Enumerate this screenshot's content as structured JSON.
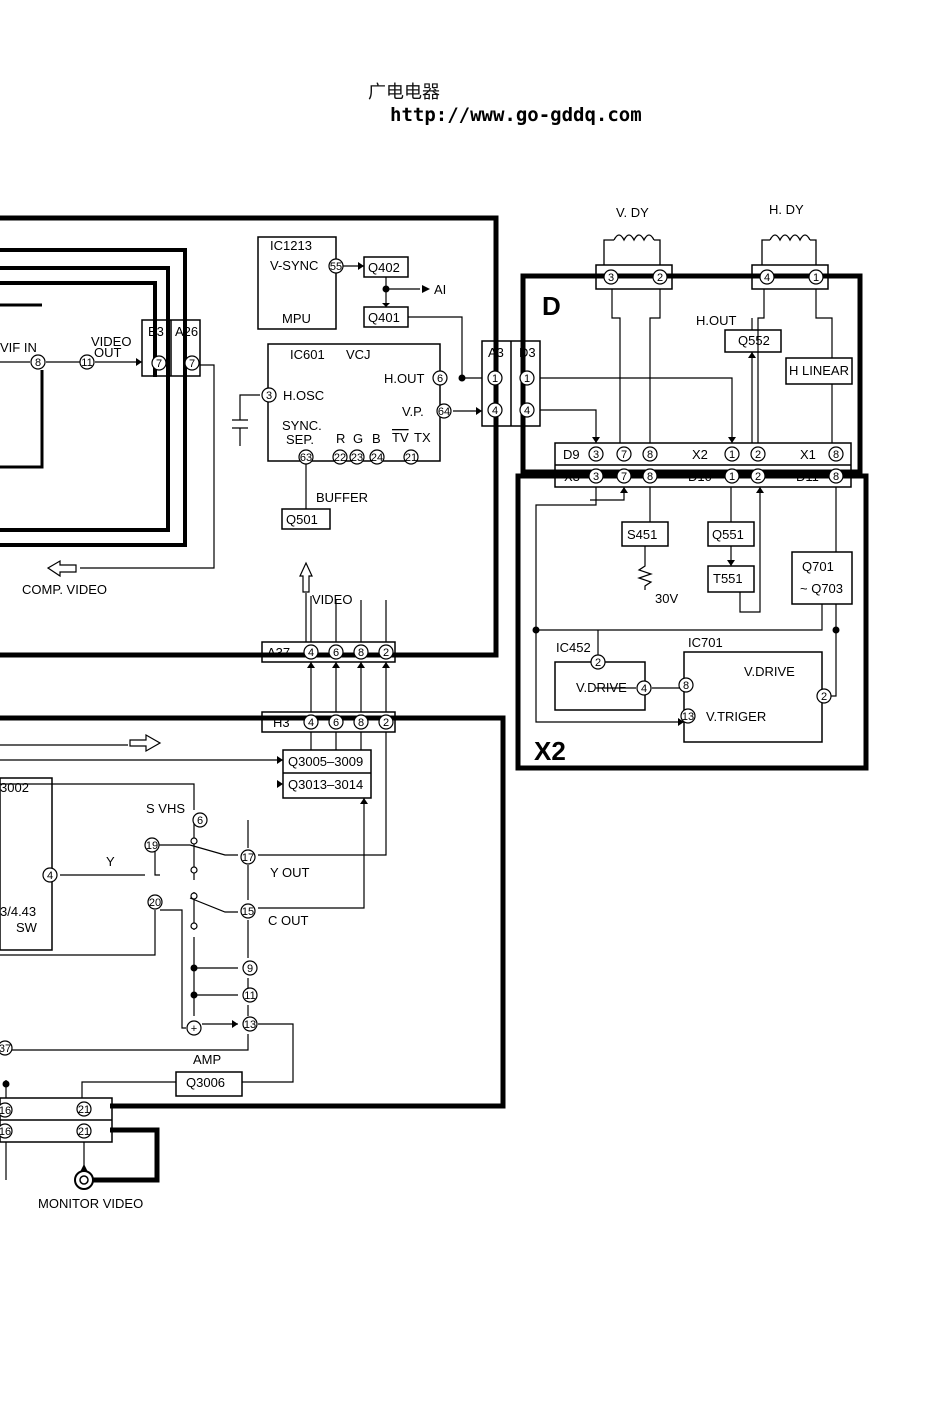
{
  "header": {
    "site_name": "广电电器",
    "url": "http://www.go-gddq.com"
  },
  "labels": {
    "ic1213": "IC1213",
    "v_sync": "V-SYNC",
    "mpu": "MPU",
    "q402": "Q402",
    "q401": "Q401",
    "ai": "AI",
    "ic601": "IC601",
    "vcj": "VCJ",
    "h_osc": "H.OSC",
    "h_out": "H.OUT",
    "vp": "V.P.",
    "sync": "SYNC.",
    "sep": "SEP.",
    "r": "R",
    "g": "G",
    "b": "B",
    "tv": "TV",
    "tx": "TX",
    "buffer": "BUFFER",
    "q501": "Q501",
    "video": "VIDEO",
    "vif_in": "VIF IN",
    "video_out_1": "VIDEO",
    "video_out_2": "OUT",
    "b3": "B3",
    "a26": "A26",
    "comp_video": "COMP. VIDEO",
    "a37": "A37",
    "h3": "H3",
    "a3": "A3",
    "d3": "D3",
    "v_dy": "V. DY",
    "h_dy": "H. DY",
    "d": "D",
    "h_out_d": "H.OUT",
    "q552": "Q552",
    "h_linear": "H LINEAR",
    "d9": "D9",
    "x2_conn": "X2",
    "x1": "X1",
    "x3": "X3",
    "d10": "D10",
    "d11": "D11",
    "s451": "S451",
    "v30": "30V",
    "q551": "Q551",
    "t551": "T551",
    "q701": "Q701",
    "q703": "~ Q703",
    "ic452": "IC452",
    "ic701": "IC701",
    "v_drive_1": "V.DRIVE",
    "v_drive_2": "V.DRIVE",
    "v_triger": "V.TRIGER",
    "x2_board": "X2",
    "ic3002": "3002",
    "q3005": "Q3005–3009",
    "q3013": "Q3013–3014",
    "s_vhs": "S VHS",
    "y": "Y",
    "y_out": "Y OUT",
    "c_out": "C OUT",
    "sw_freq": "3/4.43",
    "sw": "SW",
    "amp": "AMP",
    "q3006": "Q3006",
    "monitor_video": "MONITOR VIDEO"
  },
  "pins": {
    "p55": "55",
    "p8": "8",
    "p11": "11",
    "p7a": "7",
    "p7b": "7",
    "p3": "3",
    "p6": "6",
    "p64": "64",
    "p63": "63",
    "p22": "22",
    "p23": "23",
    "p24": "24",
    "p21": "21",
    "a37_4": "4",
    "a37_6": "6",
    "a37_8": "8",
    "a37_2": "2",
    "h3_4": "4",
    "h3_6": "6",
    "h3_8": "8",
    "h3_2": "2",
    "a3_1": "1",
    "a3_4": "4",
    "d3_1": "1",
    "d3_4": "4",
    "vdy_3": "3",
    "vdy_2": "2",
    "hdy_4": "4",
    "hdy_1": "1",
    "d9_3": "3",
    "d9_7": "7",
    "d9_8": "8",
    "x2_1": "1",
    "x2_2": "2",
    "x1_8": "8",
    "x3_3": "3",
    "x3_7": "7",
    "x3_8": "8",
    "d10_1": "1",
    "d10_2": "2",
    "d11_8": "8",
    "ic452_2": "2",
    "ic452_4": "4",
    "ic701_8": "8",
    "ic701_13": "13",
    "ic701_2": "2",
    "sw_4": "4",
    "sv_6": "6",
    "sv_19": "19",
    "sv_17": "17",
    "sv_20": "20",
    "sv_15": "15",
    "sv_9": "9",
    "sv_11": "11",
    "sv_13": "13",
    "plus": "+",
    "l_37": "37",
    "l_16a": "16",
    "l_16b": "16",
    "l_21a": "21",
    "l_21b": "21"
  },
  "colors": {
    "ink": "#000000",
    "paper": "#ffffff"
  }
}
